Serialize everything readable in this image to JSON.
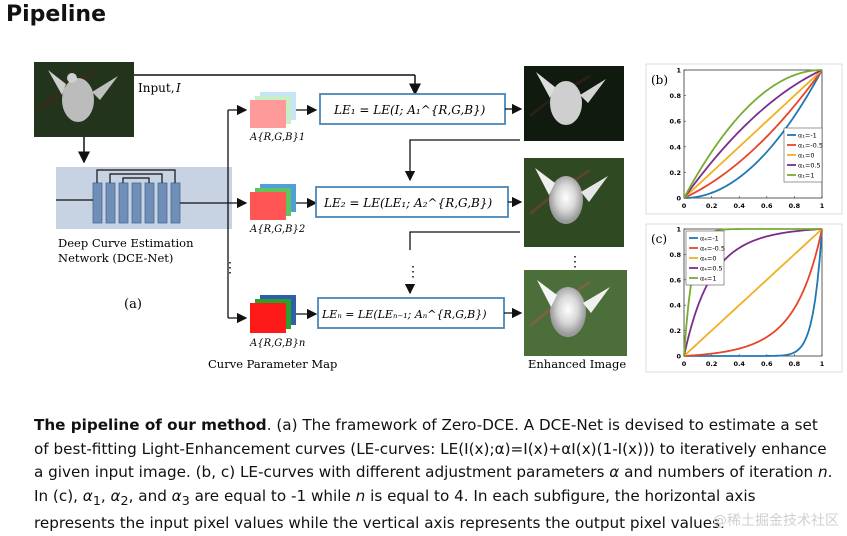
{
  "page": {
    "title": "Pipeline"
  },
  "diagram": {
    "input_label": "Input,",
    "input_symbol": "I",
    "dce_label_1": "Deep Curve Estimation",
    "dce_label_2": "Network (DCE-Net)",
    "panel_a": "(a)",
    "panel_b": "(b)",
    "panel_c": "(c)",
    "curve_map_label": "Curve Parameter Map",
    "enhanced_label": "Enhanced Image",
    "map_labels": [
      "A{R,G,B}1",
      "A{R,G,B}2",
      "A{R,G,B}n"
    ],
    "le_eq_1": "LE₁ = LE(I; A₁^{R,G,B})",
    "le_eq_2": "LE₂ = LE(LE₁; A₂^{R,G,B})",
    "le_eq_n": "LEₙ = LE(LEₙ₋₁; Aₙ^{R,G,B})",
    "colors": {
      "box_border": "#4a86b8",
      "map_red": "#ff2020",
      "map_green": "#2ca02c",
      "map_blue": "#2f5fa8",
      "dce_bg": "#c7d2e2",
      "dce_layer": "#6f8fb8"
    }
  },
  "chart_data": [
    {
      "type": "line",
      "panel": "(b)",
      "title": "",
      "xlabel": "",
      "ylabel": "",
      "xlim": [
        0,
        1
      ],
      "ylim": [
        0,
        1
      ],
      "x_ticks": [
        "0",
        "0.2",
        "0.4",
        "0.6",
        "0.8",
        "1"
      ],
      "y_ticks": [
        "0",
        "0.2",
        "0.4",
        "0.6",
        "0.8",
        "1"
      ],
      "legend_position": "bottom-right",
      "series": [
        {
          "name": "α₁=-1",
          "alpha": -1,
          "iterations": 1,
          "color": "#1f77b4"
        },
        {
          "name": "α₁=-0.5",
          "alpha": -0.5,
          "iterations": 1,
          "color": "#e8442a"
        },
        {
          "name": "α₁=0",
          "alpha": 0,
          "iterations": 1,
          "color": "#f0b020"
        },
        {
          "name": "α₁=0.5",
          "alpha": 0.5,
          "iterations": 1,
          "color": "#7b2d8e"
        },
        {
          "name": "α₁=1",
          "alpha": 1,
          "iterations": 1,
          "color": "#77ac30"
        }
      ]
    },
    {
      "type": "line",
      "panel": "(c)",
      "title": "",
      "xlabel": "",
      "ylabel": "",
      "xlim": [
        0,
        1
      ],
      "ylim": [
        0,
        1
      ],
      "x_ticks": [
        "0",
        "0.2",
        "0.4",
        "0.6",
        "0.8",
        "1"
      ],
      "y_ticks": [
        "0",
        "0.2",
        "0.4",
        "0.6",
        "0.8",
        "1"
      ],
      "legend_position": "top-left",
      "series": [
        {
          "name": "α₄=-1",
          "alpha": -1,
          "iterations": 4,
          "color": "#1f77b4"
        },
        {
          "name": "α₄=-0.5",
          "alpha": -0.5,
          "iterations": 4,
          "color": "#e8442a"
        },
        {
          "name": "α₄=0",
          "alpha": 0,
          "iterations": 4,
          "color": "#f0b020"
        },
        {
          "name": "α₄=0.5",
          "alpha": 0.5,
          "iterations": 4,
          "color": "#7b2d8e"
        },
        {
          "name": "α₄=1",
          "alpha": 1,
          "iterations": 4,
          "color": "#77ac30"
        }
      ]
    }
  ],
  "caption": {
    "bold": "The pipeline of our method",
    "p1": ". (a) The framework of Zero-DCE. A DCE-Net is devised to estimate a set of best-fitting Light-Enhancement curves (LE-curves: LE(I(x);α)=I(x)+αI(x)(1-I(x))) to iteratively enhance a given input image. (b, c) LE-curves with different adjustment parameters ",
    "alpha": "α",
    "p2": " and numbers of iteration ",
    "n": "n",
    "p3": ". In (c), ",
    "a1": "α",
    "s1": "1",
    "p4": ", ",
    "a2": "α",
    "s2": "2",
    "p5": ", and ",
    "a3": "α",
    "s3": "3",
    "p6": " are equal to -1 while ",
    "n2": "n",
    "p7": " is equal to 4. In each subfigure, the horizontal axis represents the input pixel values while the vertical axis represents the output pixel values."
  },
  "watermark": "@稀土掘金技术社区"
}
